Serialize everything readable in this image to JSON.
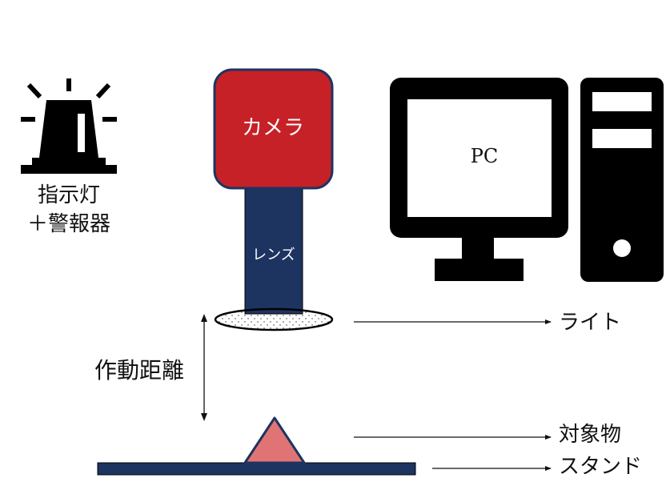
{
  "labels": {
    "camera": "カメラ",
    "lens": "レンズ",
    "pc": "PC",
    "light": "ライト",
    "working_distance": "作動距離",
    "target": "対象物",
    "stand": "スタンド",
    "alarm_line1": "指示灯",
    "alarm_line2": "＋警報器"
  },
  "icons": {
    "alarm": "warning-light-icon",
    "computer": "desktop-computer-icon"
  },
  "colors": {
    "camera": "#c62127",
    "lens": "#1d3461",
    "stand": "#1d3461",
    "target": "#e07474",
    "icon": "#000000"
  }
}
